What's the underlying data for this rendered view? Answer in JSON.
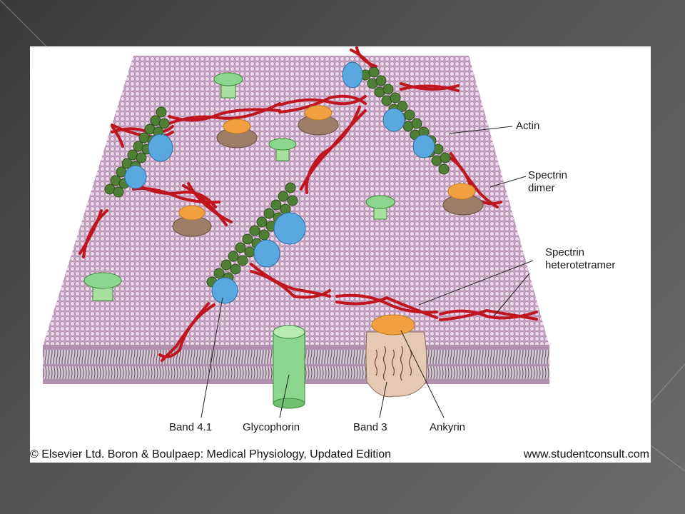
{
  "colors": {
    "slide_background": "#4a4a4a",
    "membrane": "#c8a8c4",
    "spectrin": "#c0151f",
    "actin": "#4f7f34",
    "band41": "#5aa8e0",
    "glycophorin": "#8dd68d",
    "ankyrin": "#f0a040",
    "band3": "#9b7d68"
  },
  "labels": {
    "actin": "Actin",
    "spectrin_dimer_line1": "Spectrin",
    "spectrin_dimer_line2": "dimer",
    "spectrin_tetramer_line1": "Spectrin",
    "spectrin_tetramer_line2": "heterotetramer",
    "band41": "Band 4.1",
    "glycophorin": "Glycophorin",
    "band3": "Band 3",
    "ankyrin": "Ankyrin"
  },
  "caption": {
    "credit": "© Elsevier Ltd. Boron & Boulpaep: Medical Physiology, Updated Edition",
    "url": "www.studentconsult.com"
  }
}
